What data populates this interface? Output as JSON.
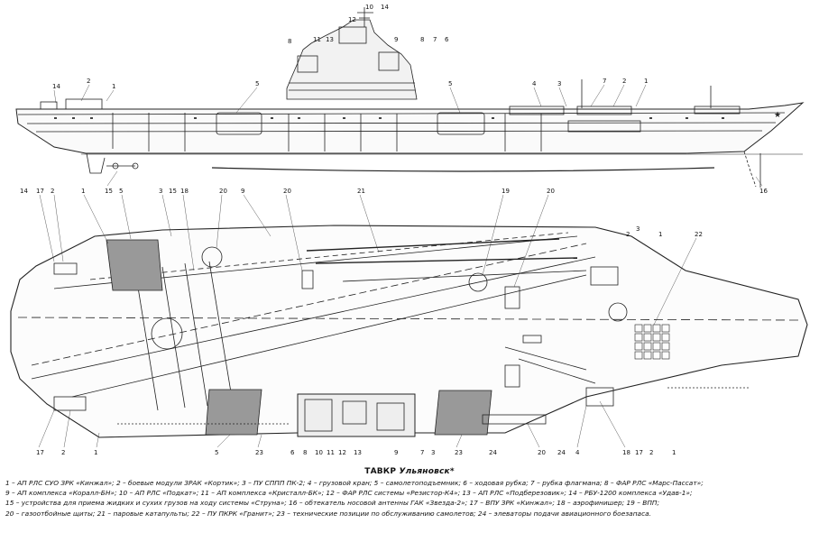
{
  "caption": {
    "title_prefix": "ТАВКР ",
    "title_ship": "Ульяновск",
    "title_suffix": "*",
    "lines": [
      "1 – АП РЛС СУО ЗРК «Кинжал»; 2 – боевые модули ЗРАК «Кортик»; 3 – ПУ СППП ПК-2; 4 – грузовой кран; 5 – самолетоподъемник; 6 – ходовая рубка; 7 – рубка флагмана; 8 – ФАР РЛС «Марс-Пассат»;",
      "9 – АП комплекса «Коралл-БН»; 10 – АП РЛС «Подкат»; 11 – АП комплекса «Кристалл-БК»; 12 – ФАР РЛС системы «Резистор-К4»; 13 – АП РЛС «Подберезовик»; 14 – РБУ-1200 комплекса «Удав-1»;",
      "15 – устройства для приема жидких и сухих грузов на ходу системы «Струна»; 16 – обтекатель носовой антенны ГАК «Звезда-2»; 17 – ВПУ ЗРК «Кинжал»; 18 – аэрофинишер; 19 – ВПП;",
      "20 – газоотбойные щиты; 21 – паровые катапульты; 22 – ПУ ПКРК «Гранит»; 23 – технические позиции по обслуживанию самолетов; 24 – элеваторы подачи авиационного боезапаса."
    ]
  },
  "side_view_labels": [
    "14",
    "2",
    "1",
    "15",
    "5",
    "5",
    "4",
    "3",
    "7",
    "2",
    "1",
    "16",
    "8",
    "11",
    "13",
    "12",
    "10",
    "9",
    "8",
    "7",
    "6",
    "14"
  ],
  "plan_view_labels": [
    "14",
    "17",
    "2",
    "1",
    "5",
    "3",
    "15",
    "18",
    "20",
    "9",
    "20",
    "21",
    "19",
    "20",
    "2",
    "3",
    "1",
    "22",
    "18",
    "17",
    "2",
    "1",
    "5",
    "23",
    "6",
    "8",
    "10",
    "11",
    "12",
    "13",
    "9",
    "7",
    "3",
    "23",
    "24",
    "20",
    "24",
    "4",
    "2",
    "17",
    "1"
  ]
}
